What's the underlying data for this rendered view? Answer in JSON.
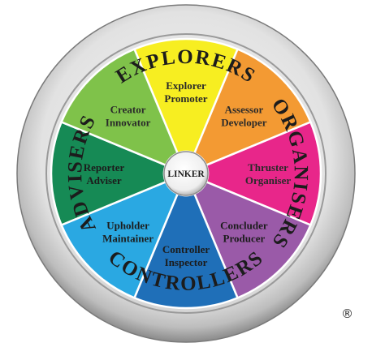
{
  "center": {
    "label": "LINKER"
  },
  "ring": {
    "top": "EXPLORERS",
    "right": "ORGANISERS",
    "bottom": "CONTROLLERS",
    "left": "ADVISERS"
  },
  "segments": [
    {
      "line1": "Explorer",
      "line2": "Promoter",
      "color": "#f7ee21",
      "text_color": "#2a2a2a"
    },
    {
      "line1": "Assessor",
      "line2": "Developer",
      "color": "#f39a33",
      "text_color": "#2a2a2a"
    },
    {
      "line1": "Thruster",
      "line2": "Organiser",
      "color": "#e8268a",
      "text_color": "#2a2a2a"
    },
    {
      "line1": "Concluder",
      "line2": "Producer",
      "color": "#9a5aa8",
      "text_color": "#1c1c1c"
    },
    {
      "line1": "Controller",
      "line2": "Inspector",
      "color": "#1f6fb8",
      "text_color": "#1c1c1c"
    },
    {
      "line1": "Upholder",
      "line2": "Maintainer",
      "color": "#2aa8e2",
      "text_color": "#1c1c1c"
    },
    {
      "line1": "Reporter",
      "line2": "Adviser",
      "color": "#168a55",
      "text_color": "#1c1c1c"
    },
    {
      "line1": "Creator",
      "line2": "Innovator",
      "color": "#7fc24a",
      "text_color": "#2a2a2a"
    }
  ],
  "registered_mark": "®"
}
